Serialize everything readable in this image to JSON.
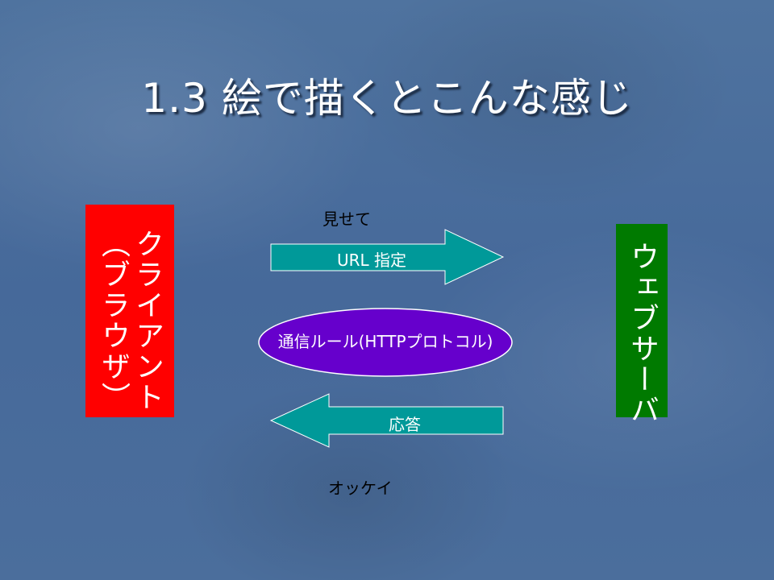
{
  "slide": {
    "title": "1.3 絵で描くとこんな感じ"
  },
  "client": {
    "label_main": "クライアント",
    "label_sub": "（ブラウザ）",
    "color": "#ff0000"
  },
  "server": {
    "label": "ウェブサーバ",
    "color": "#007a00"
  },
  "request": {
    "caption": "見せて",
    "arrow_label": "URL 指定",
    "arrow_color": "#009999"
  },
  "protocol": {
    "label": "通信ルール(HTTPプロトコル)",
    "fill_color": "#6600cc",
    "border_color": "#ffffff"
  },
  "response": {
    "arrow_label": "応答",
    "caption": "オッケイ",
    "arrow_color": "#009999"
  }
}
